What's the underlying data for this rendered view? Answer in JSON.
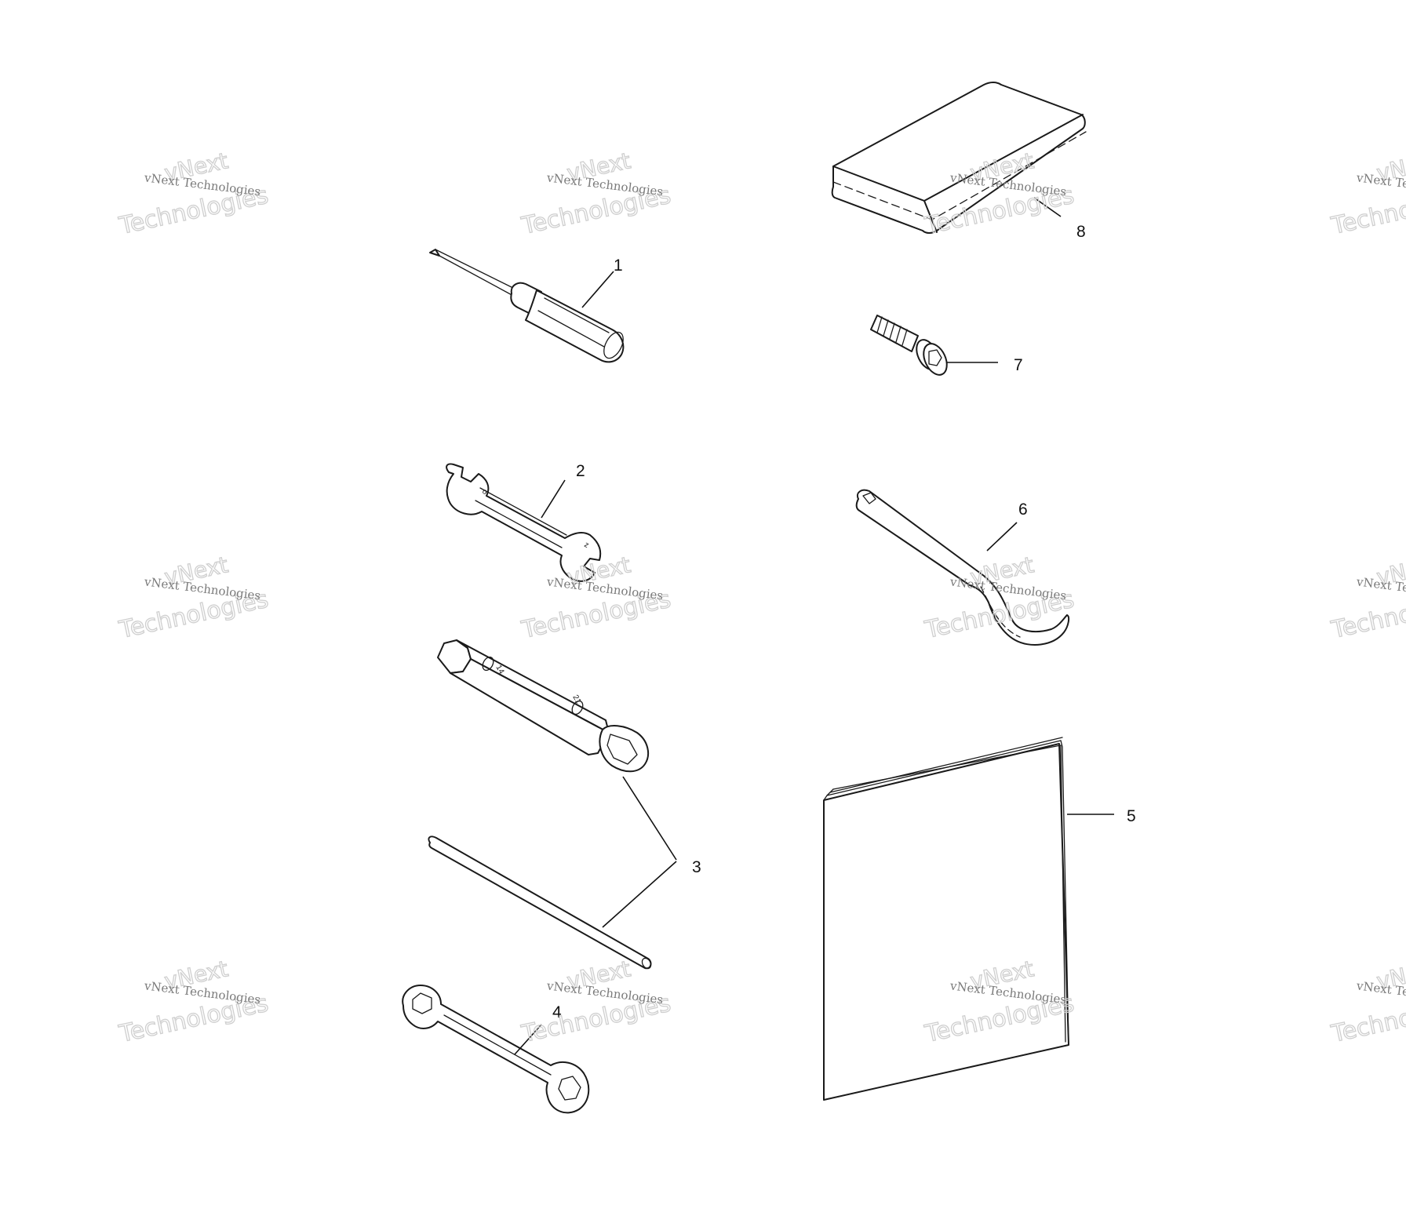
{
  "diagram": {
    "callouts": [
      {
        "id": "1",
        "label": "1"
      },
      {
        "id": "2",
        "label": "2"
      },
      {
        "id": "3",
        "label": "3"
      },
      {
        "id": "4",
        "label": "4"
      },
      {
        "id": "5",
        "label": "5"
      },
      {
        "id": "6",
        "label": "6"
      },
      {
        "id": "7",
        "label": "7"
      },
      {
        "id": "8",
        "label": "8"
      }
    ],
    "watermark": {
      "line_small": "vNext Technologies",
      "line_top": "vNext",
      "line_bottom": "Technologies"
    },
    "colors": {
      "line": "#1a1a1a",
      "watermark": "#cfcfcf"
    }
  }
}
